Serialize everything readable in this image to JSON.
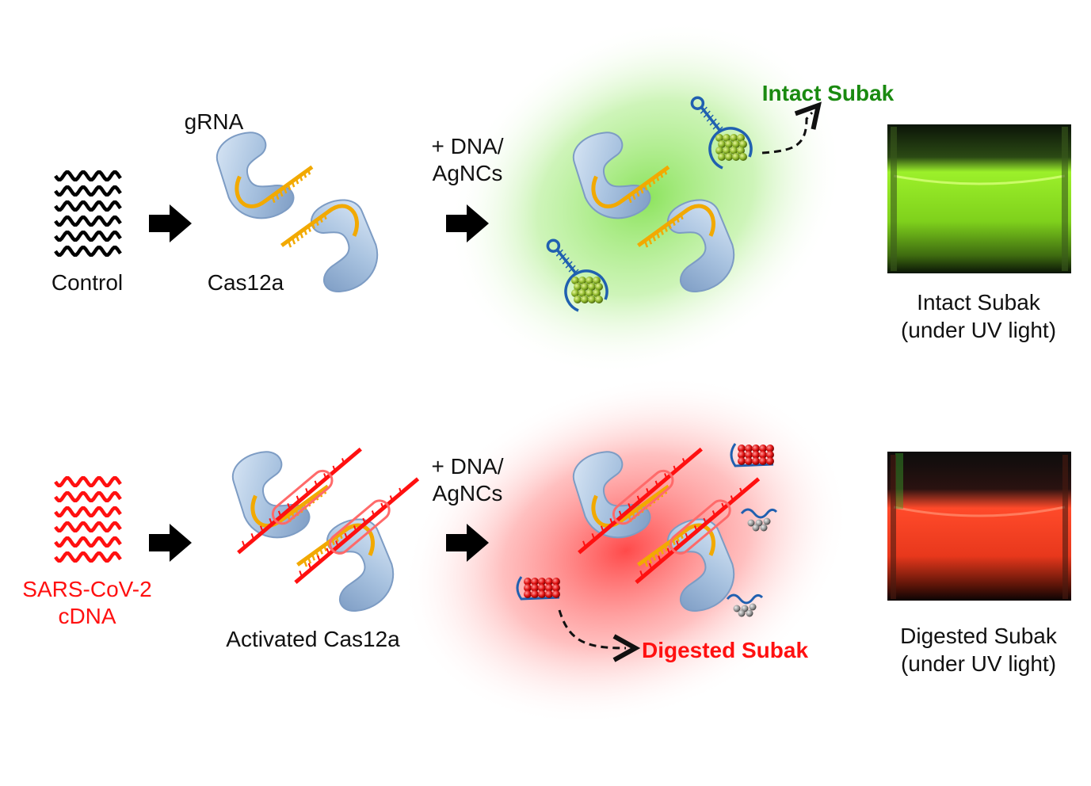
{
  "top_row": {
    "input_label": "Control",
    "grna_label": "gRNA",
    "enzyme_label": "Cas12a",
    "reagent_label_line1": "+ DNA/",
    "reagent_label_line2": "AgNCs",
    "result_label": "Intact Subak",
    "photo_caption_line1": "Intact Subak",
    "photo_caption_line2": "(under UV light)"
  },
  "bottom_row": {
    "input_label_line1": "SARS-CoV-2",
    "input_label_line2": "cDNA",
    "enzyme_label": "Activated Cas12a",
    "reagent_label_line1": "+ DNA/",
    "reagent_label_line2": "AgNCs",
    "result_label": "Digested Subak",
    "photo_caption_line1": "Digested Subak",
    "photo_caption_line2": "(under UV light)"
  },
  "colors": {
    "control_wave": "#000000",
    "target_wave": "#ff1010",
    "intact_text": "#1a8a10",
    "digested_text": "#ff1010",
    "protein": "#a9c3e0",
    "grna": "#f2a900",
    "green_glow": "#7fe04a",
    "red_glow": "#ff2a2a",
    "cluster_green": "#8db72a",
    "cluster_red": "#e01010",
    "dna_strand": "#2060b0"
  }
}
